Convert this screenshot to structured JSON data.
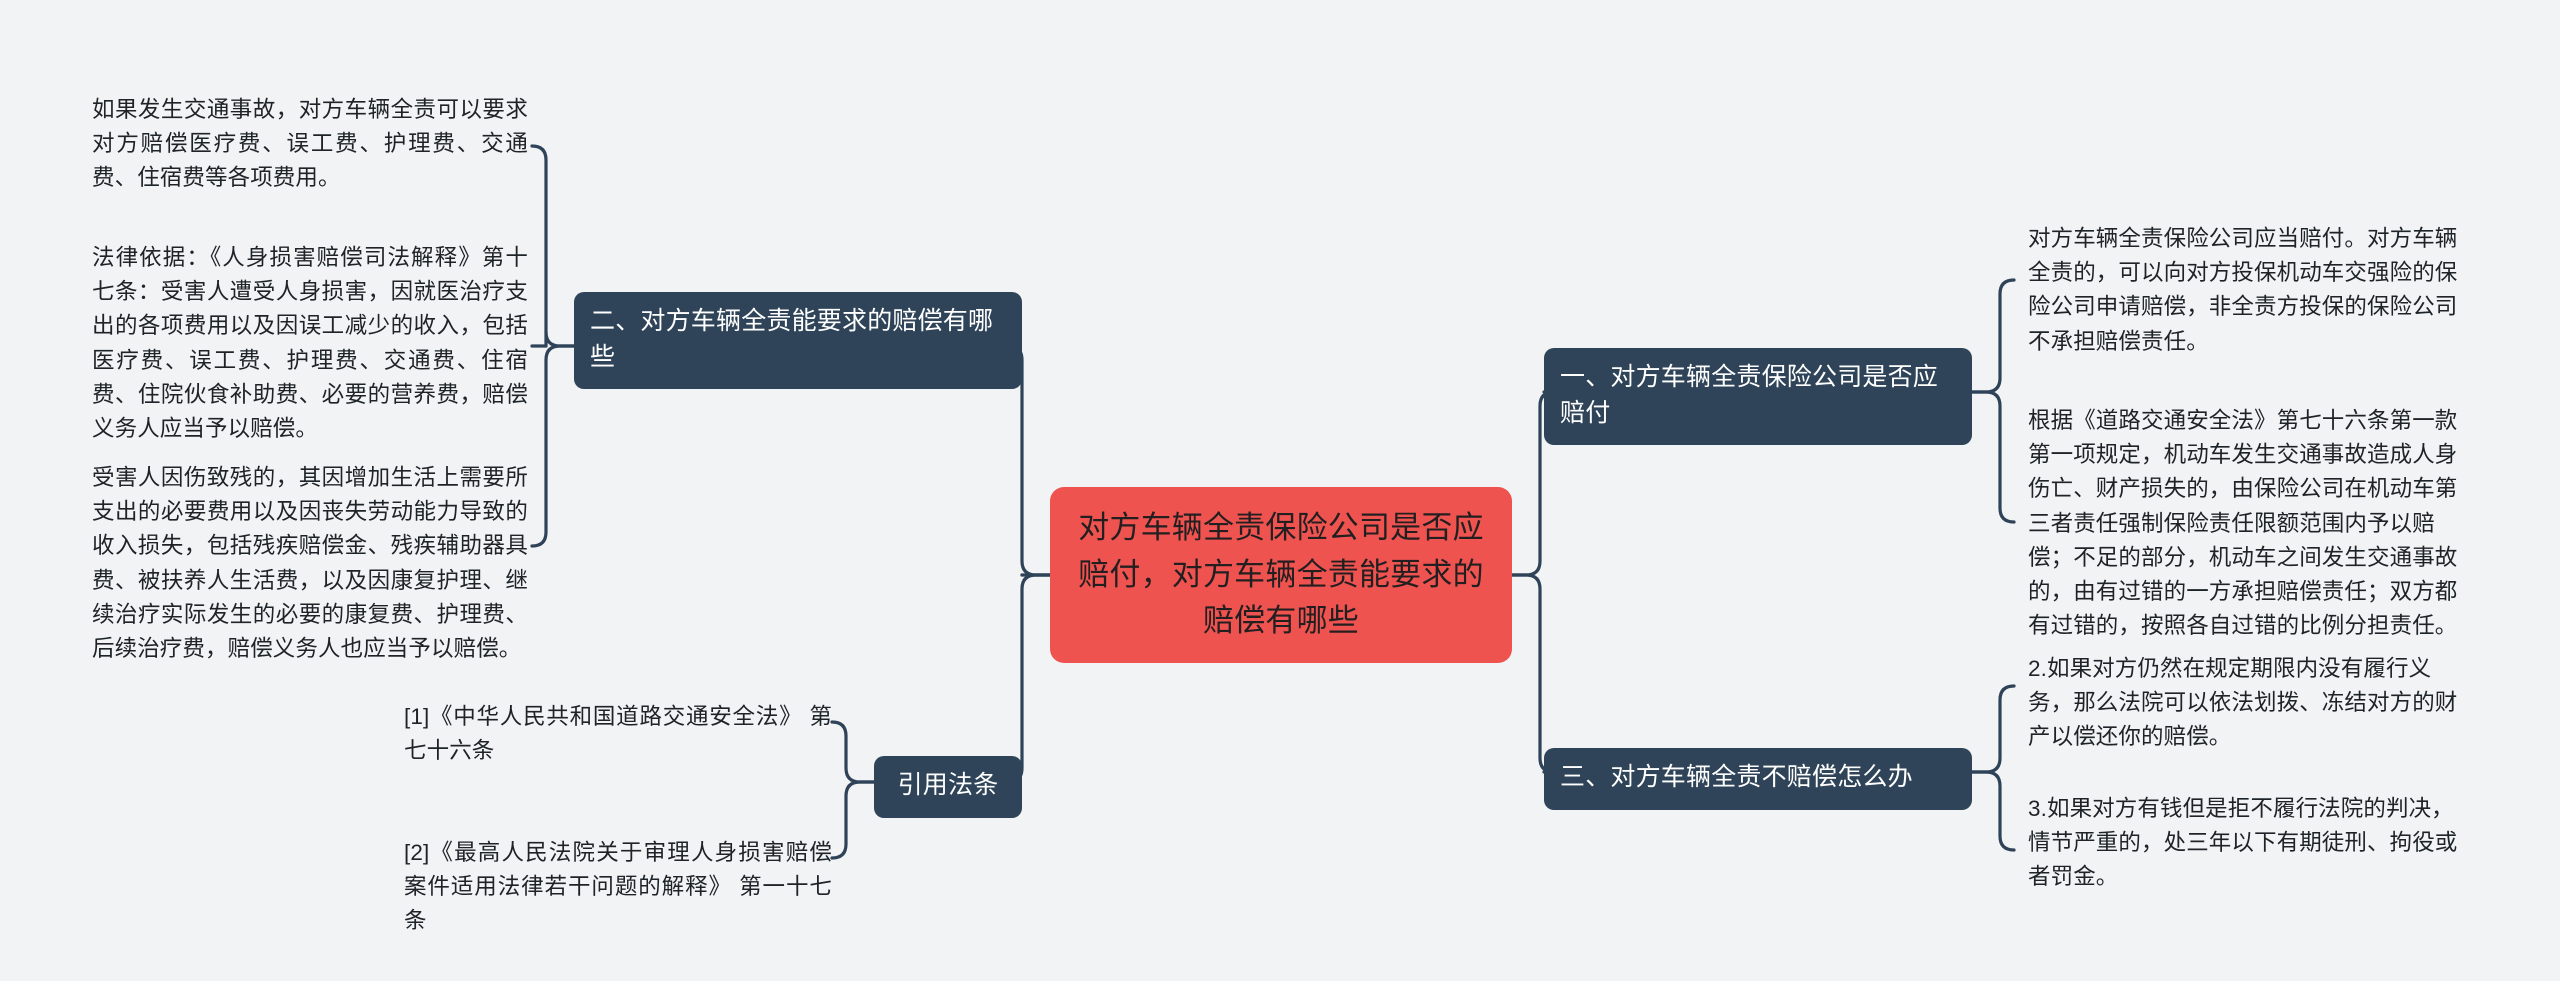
{
  "meta": {
    "kind": "mind-map",
    "colors": {
      "background": "#f2f3f4",
      "branch_node": "#2f4458",
      "root_node": "#ef5350",
      "connector": "#2e4358",
      "branch_text": "#ffffff",
      "leaf_text": "#1d2327",
      "root_text": "#231f20"
    }
  },
  "root": {
    "label": "对方车辆全责保险公司是否应赔付，对方车辆全责能要求的赔偿有哪些"
  },
  "branches": {
    "left": [
      {
        "id": "branch-2",
        "label": "二、对方车辆全责能要求的赔偿有哪些",
        "leaves": [
          {
            "id": "leaf-l1",
            "text": "如果发生交通事故，对方车辆全责可以要求对方赔偿医疗费、误工费、护理费、交通费、住宿费等各项费用。"
          },
          {
            "id": "leaf-l2",
            "text": "法律依据：《人身损害赔偿司法解释》第十七条：受害人遭受人身损害，因就医治疗支出的各项费用以及因误工减少的收入，包括医疗费、误工费、护理费、交通费、住宿费、住院伙食补助费、必要的营养费，赔偿义务人应当予以赔偿。"
          },
          {
            "id": "leaf-l3",
            "text": "受害人因伤致残的，其因增加生活上需要所支出的必要费用以及因丧失劳动能力导致的收入损失，包括残疾赔偿金、残疾辅助器具费、被扶养人生活费，以及因康复护理、继续治疗实际发生的必要的康复费、护理费、后续治疗费，赔偿义务人也应当予以赔偿。"
          }
        ]
      },
      {
        "id": "branch-citations",
        "label": "引用法条",
        "leaves": [
          {
            "id": "leaf-c1",
            "text": "[1]《中华人民共和国道路交通安全法》 第七十六条"
          },
          {
            "id": "leaf-c2",
            "text": "[2]《最高人民法院关于审理人身损害赔偿案件适用法律若干问题的解释》 第一十七条"
          }
        ]
      }
    ],
    "right": [
      {
        "id": "branch-1",
        "label": "一、对方车辆全责保险公司是否应赔付",
        "leaves": [
          {
            "id": "leaf-r1",
            "text": "对方车辆全责保险公司应当赔付。对方车辆全责的，可以向对方投保机动车交强险的保险公司申请赔偿，非全责方投保的保险公司不承担赔偿责任。"
          },
          {
            "id": "leaf-r2",
            "text": "根据《道路交通安全法》第七十六条第一款第一项规定，机动车发生交通事故造成人身伤亡、财产损失的，由保险公司在机动车第三者责任强制保险责任限额范围内予以赔偿；不足的部分，机动车之间发生交通事故的，由有过错的一方承担赔偿责任；双方都有过错的，按照各自过错的比例分担责任。"
          }
        ]
      },
      {
        "id": "branch-3",
        "label": "三、对方车辆全责不赔偿怎么办",
        "leaves": [
          {
            "id": "leaf-r3",
            "text": "2.如果对方仍然在规定期限内没有履行义务，那么法院可以依法划拨、冻结对方的财产以偿还你的赔偿。"
          },
          {
            "id": "leaf-r4",
            "text": "3.如果对方有钱但是拒不履行法院的判决，情节严重的，处三年以下有期徒刑、拘役或者罚金。"
          }
        ]
      }
    ]
  }
}
